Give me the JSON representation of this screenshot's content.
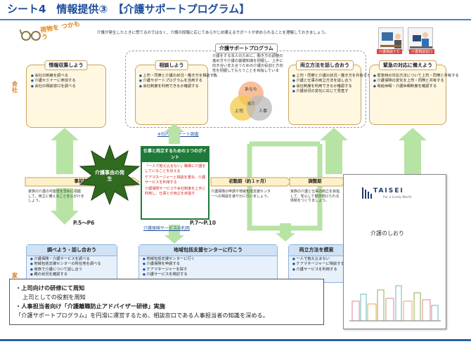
{
  "title": "シート4　情報提供③　【介護サポートプログラム】",
  "logo_text": "荷物を つかもう",
  "intro": "介護が発生したときに慌てるのではなく、介護の段階に応じてあらかじめ備えるサポートが求められることを理解しておきましょう。",
  "person_labels": [
    "介護相談ナビ",
    "介護相談窓口"
  ],
  "side_labels": {
    "company": "会社",
    "family": "家"
  },
  "program": {
    "title": "介護サポートプログラム",
    "description": "介護をする本人のために、働き方の調整の進め方や介護の基礎知識を把握し、上手に向き合い支え合うための介護の役割と方向性を把握してもらうことを目指しています。",
    "venn": {
      "top": "あなた",
      "left": "上司",
      "right": "人事",
      "center": "協力"
    }
  },
  "top_boxes": [
    {
      "title": "情報収集しよう",
      "items": [
        "会社の制度を調べる",
        "介護セミナーに参加する",
        "会社の相談窓口を調べる"
      ]
    },
    {
      "title": "相談しよう",
      "items": [
        "上司・同僚と介護の状況・働き方を相談する",
        "介護サポートプログラムを活用する",
        "会社制度を利用できるか確認する"
      ]
    },
    {
      "title": "両立方法を話し合おう",
      "items": [
        "上司・同僚と介護の状況・働き方を共有する",
        "介護と仕事の両立方法を話し合う",
        "会社制度を利用できるか確認する",
        "介護状況の変化に応じて見直す"
      ]
    },
    {
      "title": "緊急の対応に備えよう",
      "items": [
        "緊急時の対応方法について上司・同僚と共有する",
        "介護保険の変化を上司・同僚と共有する",
        "有給休暇・介護休暇制度を確認する"
      ]
    }
  ],
  "survey_link": "※社内アンケート調査",
  "timeline": {
    "stages": [
      "事前期",
      "初動期（約１ヶ月）",
      "調整期"
    ],
    "descriptions": [
      "家族の介護の可能性を早めに把握して、両立に備えることを心がけましょう。",
      "介護保険の申請や地域包括支援センターへの相談を速やかに行いましょう。",
      "家族の介護と仕事の両立を目指して、安心して働き続けられる体制をつくりましょう。"
    ]
  },
  "burst_text": "介護事由の発生",
  "points": {
    "title": "仕事と両立するための３つのポイント",
    "items": [
      "「一人で抱え込まない」職場に介護をしていることを伝える",
      "ケアマネージャーと相談を重ね、介護サービスを利用する",
      "介護保険サービスや会社制度を上手に利用し、仕事との両立を目指す"
    ]
  },
  "page_refs": {
    "left": "P.5～P6",
    "center": "P.7～P.10"
  },
  "service_link": "介護保険サービスの利用",
  "bottom_boxes": [
    {
      "title": "調べよう・話し合おう",
      "items": [
        "介護保険・介護サービスを調べる",
        "地域包括支援センターの所在地を調べる",
        "家族で介護について話し合う",
        "親の状況を確認する"
      ]
    },
    {
      "title": "地域包括支援センターに行こう",
      "items": [
        "地域包括支援センターに行く",
        "介護保険を申請する",
        "ケアマネージャーを探す",
        "介護サービスを検討する"
      ]
    },
    {
      "title": "両立方法を模索",
      "items": [
        "一人で抱え込まない",
        "ケアマネージャーに相談する",
        "介護サービスを利用する"
      ]
    }
  ],
  "note": {
    "line1": "・上司向けの研修にて周知",
    "line2": "上司としての役割を周知",
    "line3": "・人事担当者向け「介護離職防止アドバイザー研修」実施",
    "line4": "「介護サポートプログラム」を円滑に運営するため、相談窓口である人事担当者の知識を深める。"
  },
  "pamphlet": {
    "brand": "TAISEI",
    "tagline": "For a Lively World",
    "title": "介護のしおり"
  },
  "colors": {
    "accent_blue": "#1f4e9a",
    "green": "#1f7a3a",
    "orange": "#e07b1a",
    "red": "#d1261b"
  }
}
